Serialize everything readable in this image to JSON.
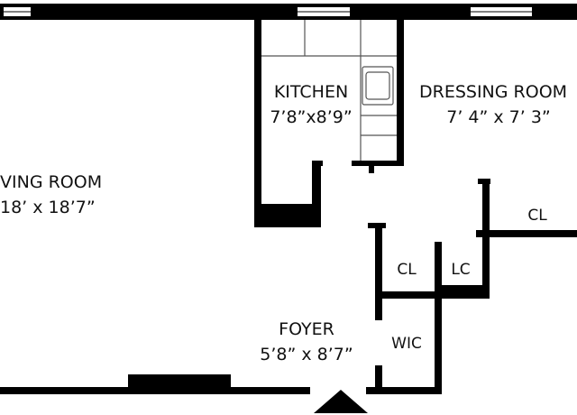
{
  "floorplan": {
    "rooms": {
      "living": {
        "name": "VING ROOM",
        "dims": "18’ x 18’7”"
      },
      "kitchen": {
        "name": "KITCHEN",
        "dims": "7’8”x8’9”"
      },
      "dressing": {
        "name": "DRESSING ROOM",
        "dims": "7’ 4” x 7’ 3”"
      },
      "foyer": {
        "name": "FOYER",
        "dims": "5’8” x 8’7”"
      }
    },
    "closets": {
      "cl_right": "CL",
      "cl_middle": "CL",
      "lc": "LC",
      "wic": "WIC"
    },
    "colors": {
      "wall": "#000000",
      "window": "#ffffff",
      "detail": "#555555",
      "background": "#ffffff"
    }
  }
}
